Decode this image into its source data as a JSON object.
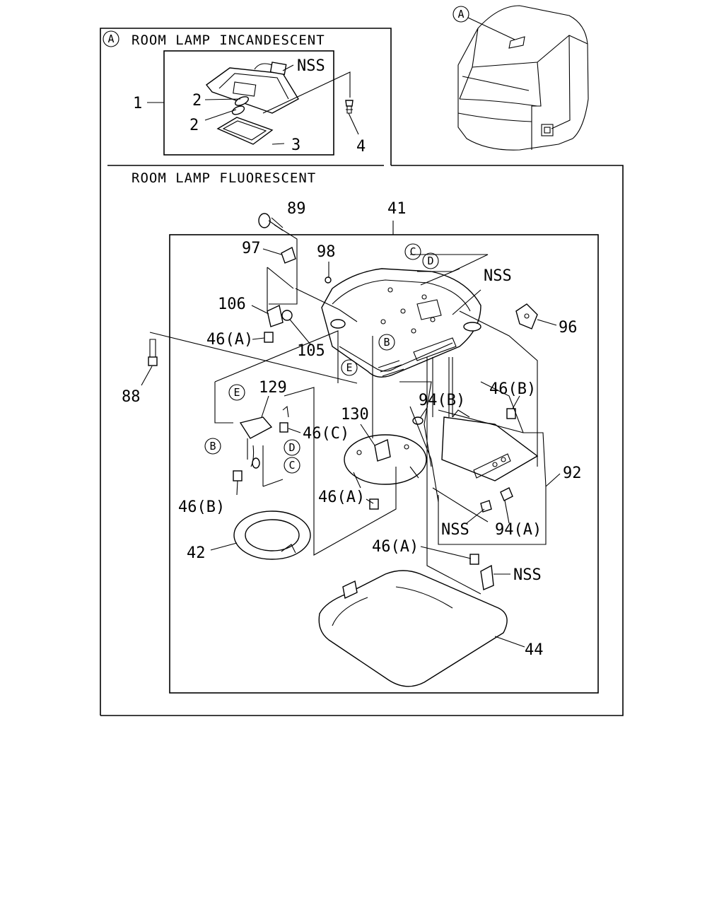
{
  "sections": {
    "incandescent": {
      "marker": "A",
      "title": "ROOM LAMP INCANDESCENT"
    },
    "fluorescent": {
      "title": "ROOM LAMP FLUORESCENT"
    }
  },
  "vehicle_marker": "A",
  "callouts": {
    "p1": "1",
    "p2a": "2",
    "p2b": "2",
    "p3": "3",
    "p4": "4",
    "nss_top": "NSS",
    "p89": "89",
    "p41": "41",
    "p97": "97",
    "p98": "98",
    "p106": "106",
    "p46a_1": "46(A)",
    "p105": "105",
    "p88": "88",
    "nss_mid": "NSS",
    "p96": "96",
    "p129": "129",
    "p46c": "46(C)",
    "p130": "130",
    "p94b": "94(B)",
    "p46b_1": "46(B)",
    "p92": "92",
    "p46b_2": "46(B)",
    "p46a_2": "46(A)",
    "nss_low": "NSS",
    "p94a": "94(A)",
    "p42": "42",
    "p46a_3": "46(A)",
    "nss_bot": "NSS",
    "p44": "44"
  },
  "circle_refs": {
    "c1": "C",
    "d1": "D",
    "b1": "B",
    "e1": "E",
    "e2": "E",
    "b2": "B",
    "d2": "D",
    "c2": "C"
  }
}
